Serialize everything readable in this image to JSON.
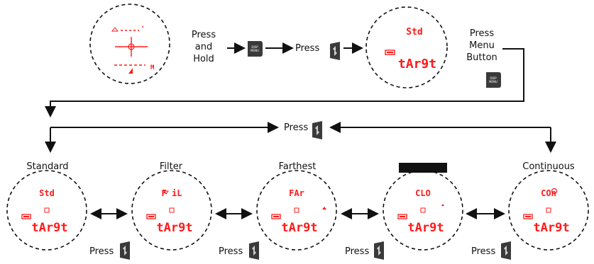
{
  "steps": {
    "press_and_hold": [
      "Press",
      "and",
      "Hold"
    ],
    "press": "Press",
    "press_menu_button": [
      "Press",
      "Menu",
      "Button"
    ]
  },
  "button_text": {
    "disp": "DISP",
    "menu": "MENU"
  },
  "top_display": {
    "mode": "Std",
    "word": "tAr9t"
  },
  "modes": [
    {
      "label": "Standard",
      "code": "Std",
      "word": "tAr9t"
    },
    {
      "label": "Filter",
      "code": "F iL",
      "word": "tAr9t"
    },
    {
      "label": "Farthest",
      "code": "FAr",
      "word": "tAr9t"
    },
    {
      "label": "",
      "code": "CLO",
      "word": "tAr9t"
    },
    {
      "label": "Continuous",
      "code": "COn",
      "word": "tAr9t"
    }
  ],
  "scope_marks": {
    "unit": "M"
  },
  "colors": {
    "display_red": "#ff1a1a",
    "button_dark": "#3a3a3a",
    "line": "#111111"
  }
}
